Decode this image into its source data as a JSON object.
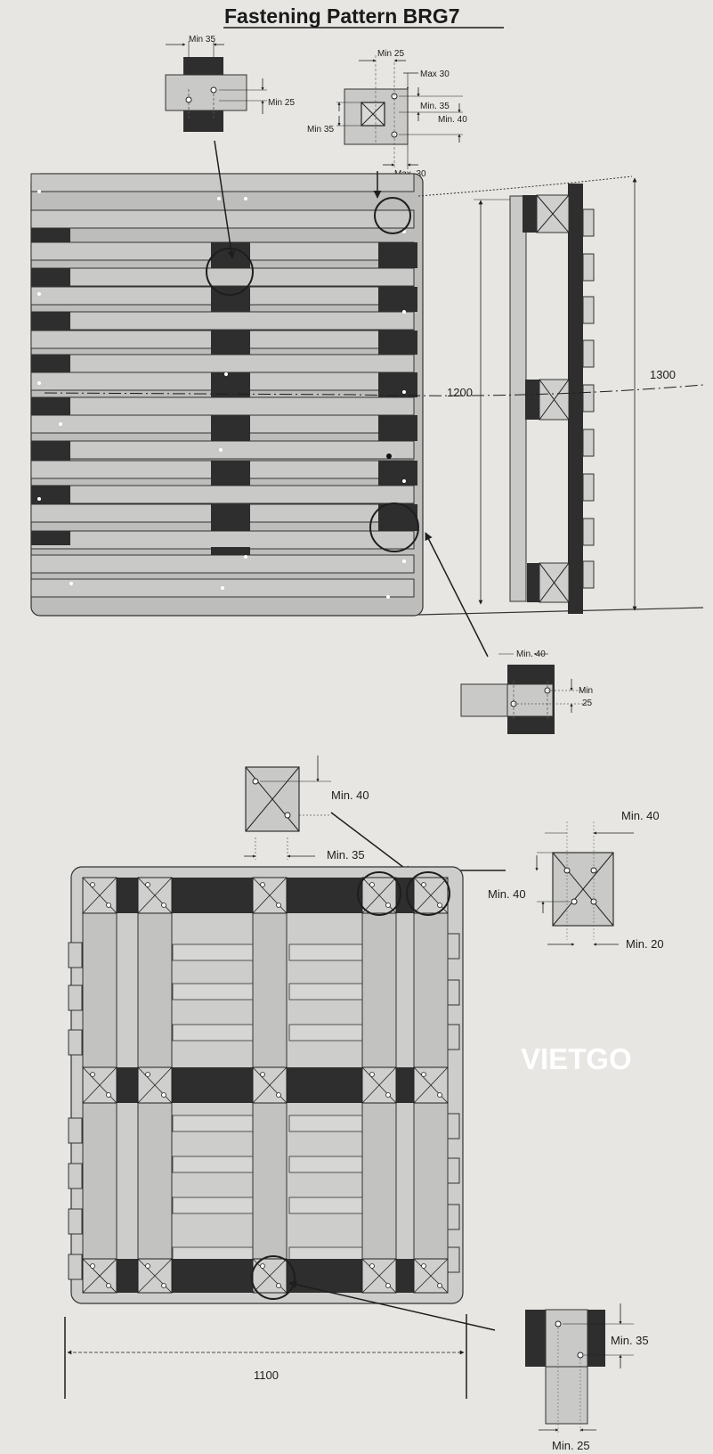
{
  "title": "Fastening Pattern  BRG7",
  "watermark": "VIETGO",
  "colors": {
    "background": "#e7e6e2",
    "board_light": "#c6c6c4",
    "board_dark": "#2e2e2e",
    "line": "#2a2a2a"
  },
  "top_view": {
    "detail_a": {
      "min_35": "Min 35",
      "min_25": "Min 25"
    },
    "detail_b": {
      "min_25": "Min 25",
      "max_30_top": "Max 30",
      "min_35_right": "Min. 35",
      "min_40": "Min. 40",
      "min_35_left": "Min 35",
      "max_30_bottom": "Max. 30"
    },
    "detail_c": {
      "min_40": "Min. 40",
      "min": "Min",
      "val_25": "25"
    }
  },
  "side_view": {
    "dim_1200": "1200",
    "dim_1300": "1300"
  },
  "bottom_view": {
    "detail_d": {
      "min_40": "Min. 40",
      "min_35": "Min. 35"
    },
    "detail_e": {
      "min_40_top": "Min. 40",
      "min_40_left": "Min. 40",
      "min_20": "Min. 20"
    },
    "detail_f": {
      "min_35": "Min. 35",
      "min_25": "Min. 25"
    },
    "dim_1100": "1100"
  }
}
